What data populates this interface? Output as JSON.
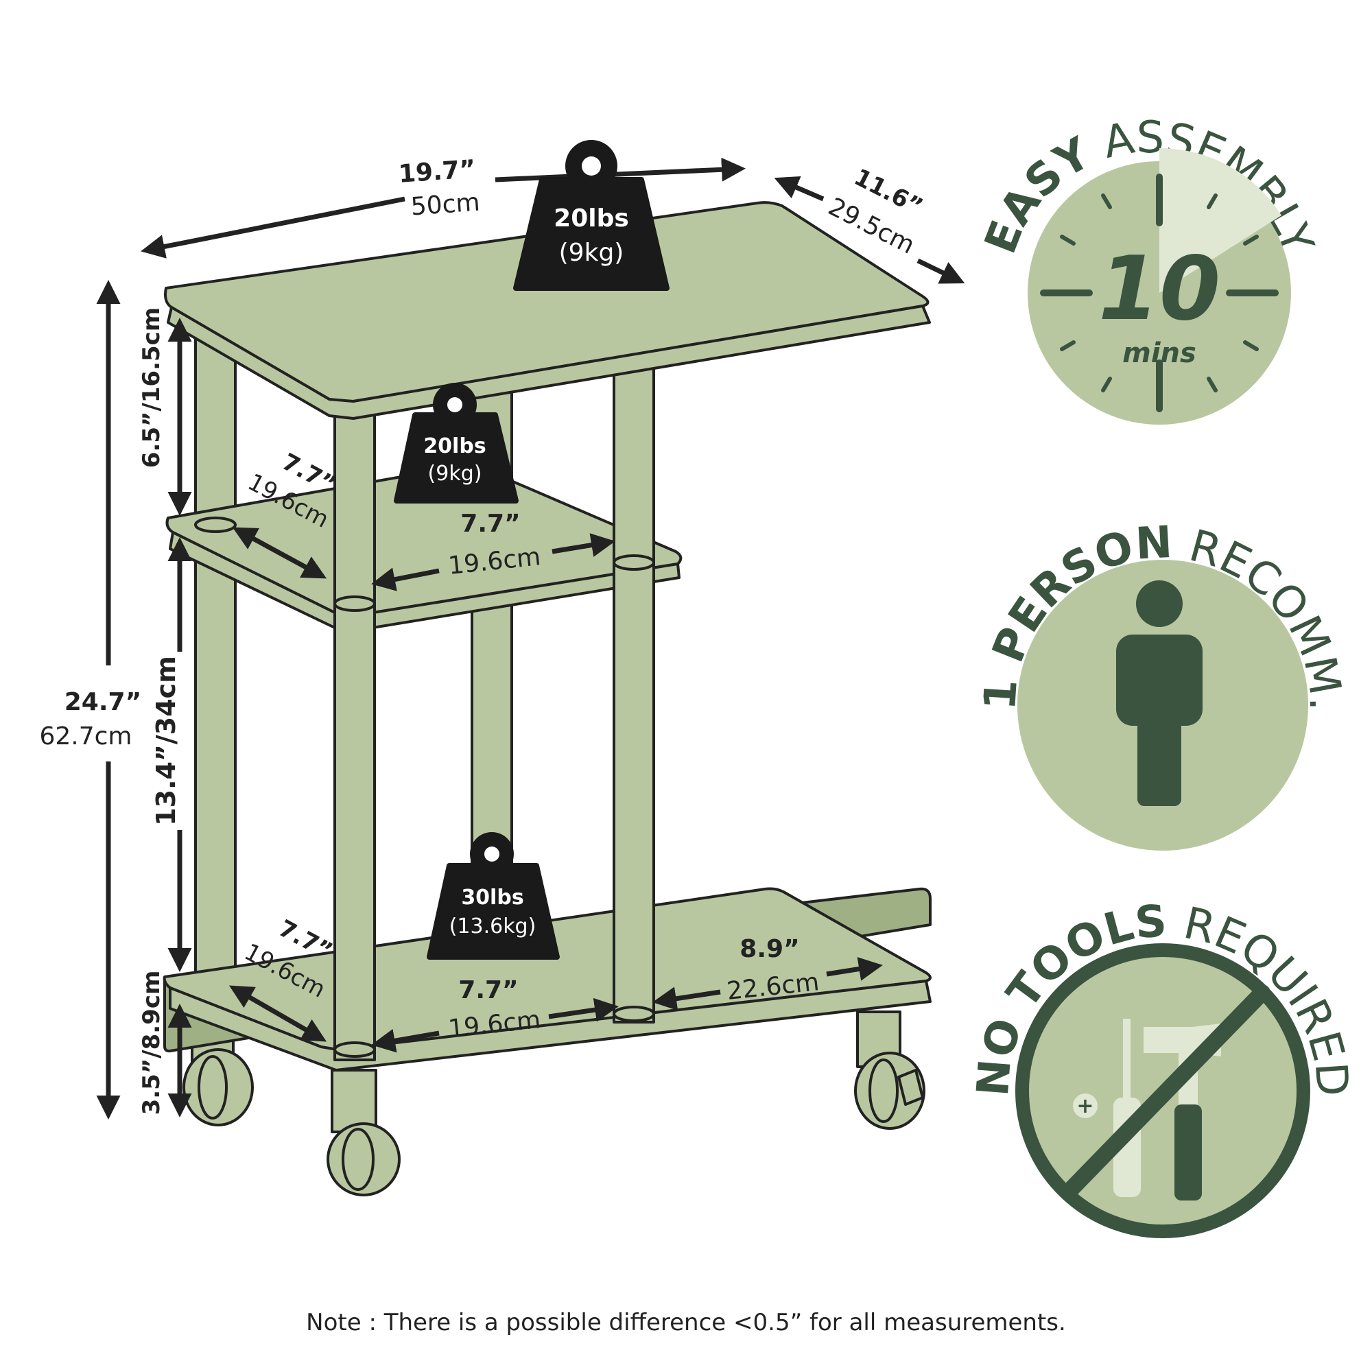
{
  "colors": {
    "shelf": "#b8c7a0",
    "outline": "#222222",
    "badge": "#b8c7a0",
    "badge_dark": "#3a5440",
    "badge_light": "#e0e8d4"
  },
  "dimensions": {
    "top_width_in": "19.7”",
    "top_width_cm": "50cm",
    "top_depth_in": "11.6”",
    "top_depth_cm": "29.5cm",
    "total_height_in": "24.7”",
    "total_height_cm": "62.7cm",
    "top_gap": "6.5”/16.5cm",
    "middle_gap": "13.4”/34cm",
    "bottom_gap": "3.5”/8.9cm",
    "mid_depth_in": "7.7”",
    "mid_depth_cm": "19.6cm",
    "mid_width_in": "7.7”",
    "mid_width_cm": "19.6cm",
    "low_depth_in": "7.7”",
    "low_depth_cm": "19.6cm",
    "low_width_in": "7.7”",
    "low_width_cm": "19.6cm",
    "low_right_in": "8.9”",
    "low_right_cm": "22.6cm"
  },
  "weights": {
    "top": {
      "lbs": "20lbs",
      "kg": "(9kg)"
    },
    "middle": {
      "lbs": "20lbs",
      "kg": "(9kg)"
    },
    "bottom": {
      "lbs": "30lbs",
      "kg": "(13.6kg)"
    }
  },
  "badges": {
    "assembly": {
      "bold": "EASY",
      "rest": " ASSEMBLY",
      "number": "10",
      "unit": "mins"
    },
    "person": {
      "bold": "1 PERSON",
      "rest": " RECOMM."
    },
    "tools": {
      "bold": "NO TOOLS",
      "rest": " REQUIRED"
    }
  },
  "note": "Note : There is a possible difference <0.5” for all measurements."
}
